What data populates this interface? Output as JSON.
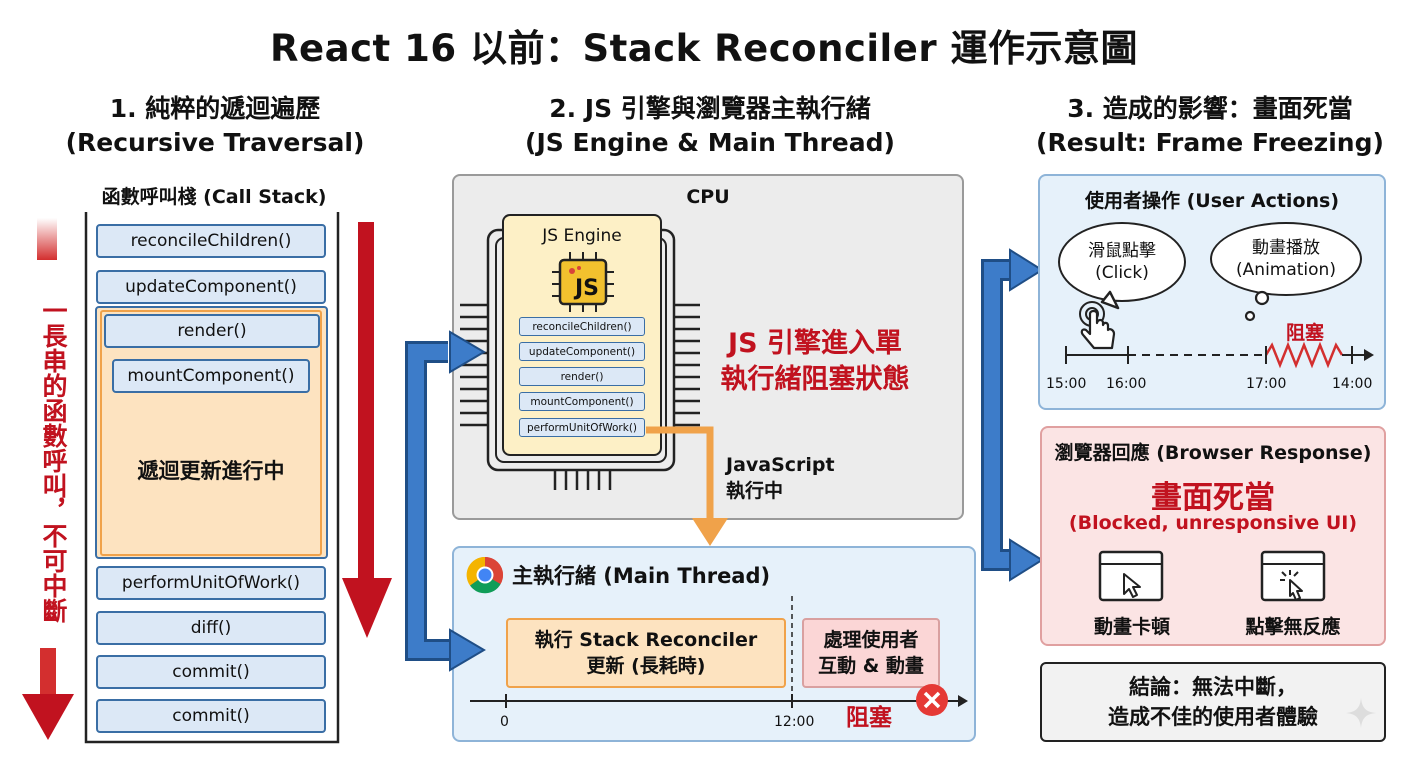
{
  "title": "React 16 以前：Stack Reconciler 運作示意圖",
  "col1": {
    "heading_line1": "1. 純粹的遞迴遍歷",
    "heading_line2": "(Recursive Traversal)",
    "stack_label": "函數呼叫棧 (Call Stack)",
    "side_label": "一長串的函數呼叫，不可中斷",
    "items": [
      "reconcileChildren()",
      "updateComponent()",
      "render()",
      "mountComponent()",
      "performUnitOfWork()",
      "diff()",
      "commit()",
      "commit()"
    ],
    "in_progress": "遞迴更新進行中"
  },
  "col2": {
    "heading_line1": "2. JS 引擎與瀏覽器主執行緒",
    "heading_line2": "(JS Engine & Main Thread)",
    "cpu_label": "CPU",
    "engine_label": "JS Engine",
    "js_logo": "JS",
    "chip_items": [
      "reconcileChildren()",
      "updateComponent()",
      "render()",
      "mountComponent()",
      "performUnitOfWork()"
    ],
    "blocked_line1": "JS 引擎進入單",
    "blocked_line2": "執行緒阻塞狀態",
    "js_exec_line1": "JavaScript",
    "js_exec_line2": "執行中",
    "main_thread_label": "主執行緒 (Main Thread)",
    "task_line1": "執行 Stack Reconciler",
    "task_line2": "更新 (長耗時)",
    "interaction_line1": "處理使用者",
    "interaction_line2": "互動 & 動畫",
    "axis_start": "0",
    "axis_mark": "12:00",
    "blocked_tag": "阻塞"
  },
  "col3": {
    "heading_line1": "3. 造成的影響：畫面死當",
    "heading_line2": "(Result: Frame Freezing)",
    "user_actions_label": "使用者操作 (User Actions)",
    "click_line1": "滑鼠點擊",
    "click_line2": "(Click)",
    "anim_line1": "動畫播放",
    "anim_line2": "(Animation)",
    "blocked_tag": "阻塞",
    "ticks": [
      "15:00",
      "16:00",
      "17:00",
      "14:00"
    ],
    "browser_response_label": "瀏覽器回應 (Browser Response)",
    "freeze_title": "畫面死當",
    "freeze_sub": "(Blocked, unresponsive UI)",
    "lag_label": "動畫卡頓",
    "noclick_label": "點擊無反應",
    "conclusion_line1": "結論：無法中斷，",
    "conclusion_line2": "造成不佳的使用者體驗"
  },
  "colors": {
    "accent_red": "#c1121f",
    "arrow_blue": "#3d7cc9",
    "item_blue": "#dce8f6",
    "orange_fill": "#fde3c0",
    "panel_blue": "#e6f1fa",
    "panel_red": "#fbe4e4"
  }
}
